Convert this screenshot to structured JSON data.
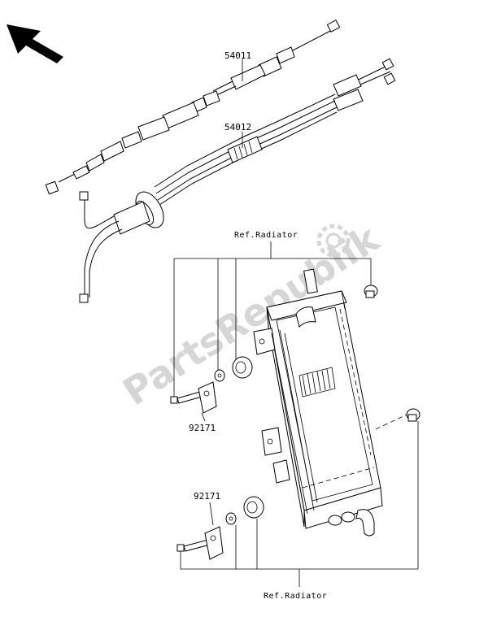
{
  "watermark": {
    "text": "PartsRepublik"
  },
  "labels": {
    "part_54011": "54011",
    "part_54012": "54012",
    "part_92171_upper": "92171",
    "part_92171_lower": "92171",
    "ref_radiator_top": "Ref.Radiator",
    "ref_radiator_bottom": "Ref.Radiator"
  },
  "icons": {
    "direction": "direction-arrow-icon",
    "watermark_logo": "gear-logo-icon"
  }
}
